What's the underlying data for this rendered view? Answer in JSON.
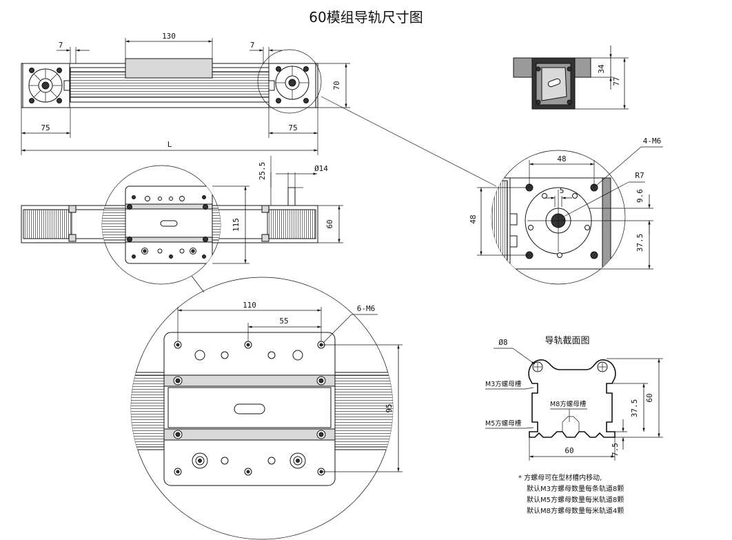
{
  "title": "60模组导轨尺寸图",
  "top_view": {
    "dims": {
      "d130": "130",
      "d7_left": "7",
      "d7_right": "7",
      "d75_left": "75",
      "d75_right": "75",
      "dL": "L",
      "d70": "70"
    }
  },
  "end_view": {
    "dims": {
      "d34": "34",
      "d77": "77"
    }
  },
  "side_view": {
    "dims": {
      "d25_5": "25.5",
      "d14": "Ø14",
      "d115": "115",
      "d60": "60"
    }
  },
  "end_detail": {
    "dims": {
      "d4m6": "4-M6",
      "d48_h": "48",
      "dR7": "R7",
      "d5": "5",
      "d9_6": "9.6",
      "d48_v": "48",
      "d37_5": "37.5"
    }
  },
  "carriage_detail": {
    "dims": {
      "d110": "110",
      "d55": "55",
      "d6m6": "6-M6",
      "d95": "95"
    }
  },
  "section": {
    "title": "导轨截面图",
    "labels": {
      "m3": "M3方螺母槽",
      "m8": "M8方螺母槽",
      "m5": "M5方螺母槽"
    },
    "dims": {
      "d8": "Ø8",
      "d60_v": "60",
      "d37_5": "37.5",
      "d7_5": "7.5",
      "d60_h": "60"
    }
  },
  "notes": [
    "* 方螺母可在型材槽内移动,",
    "默认M3方螺母数量每条轨道8颗",
    "默认M5方螺母数量每米轨道8颗",
    "默认M8方螺母数量每米轨道4颗"
  ]
}
